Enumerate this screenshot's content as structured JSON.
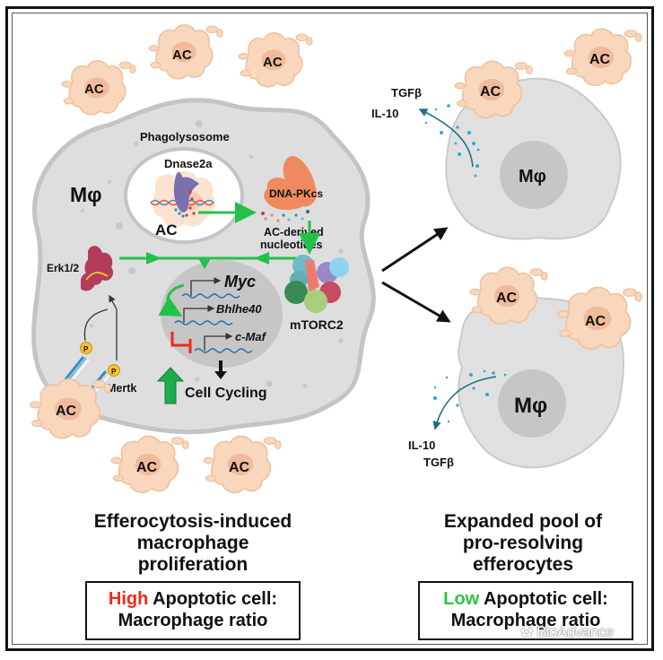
{
  "left_panel": {
    "macrophage_label": "Mφ",
    "phagolysosome_label": "Phagolysosome",
    "dnase_label": "Dnase2a",
    "inner_ac_label": "AC",
    "dnapk_label": "DNA-PKcs",
    "nucleotides_label_line1": "AC-derived",
    "nucleotides_label_line2": "nucleotides",
    "erk_label": "Erk1/2",
    "mtorc_label": "mTORC2",
    "mertk_label": "Mertk",
    "phospho_label": "P",
    "genes": [
      "Myc",
      "Bhlhe40",
      "c-Maf"
    ],
    "cell_cycling_label": "Cell Cycling",
    "apoptotic_cells": [
      "AC",
      "AC",
      "AC",
      "AC",
      "AC",
      "AC"
    ],
    "caption_lines": [
      "Efferocytosis-induced",
      "macrophage",
      "proliferation"
    ],
    "ratio_box": {
      "level": "High",
      "rest_line1": " Apoptotic cell:",
      "line2": "Macrophage ratio"
    }
  },
  "right_panel": {
    "top_cell": {
      "macrophage_label": "Mφ",
      "cytokines": [
        "TGFβ",
        "IL-10"
      ],
      "apoptotic_cells": [
        "AC",
        "AC"
      ]
    },
    "bottom_cell": {
      "macrophage_label": "Mφ",
      "cytokines": [
        "IL-10",
        "TGFβ"
      ],
      "apoptotic_cells": [
        "AC",
        "AC"
      ]
    },
    "caption_lines": [
      "Expanded pool of",
      "pro-resolving",
      "efferocytes"
    ],
    "ratio_box": {
      "level": "Low",
      "rest_line1": " Apoptotic cell:",
      "line2": "Macrophage ratio"
    }
  },
  "watermark": "BioAdvance",
  "colors": {
    "activation_arrow": "#22c24a",
    "inhibition": "#ee2a1b",
    "high": "#ee2a1b",
    "low": "#2fc441",
    "apoptotic_cell": "#f9d7bd",
    "macrophage": "#dcdcdc",
    "nucleus": "#bdbdbd"
  }
}
